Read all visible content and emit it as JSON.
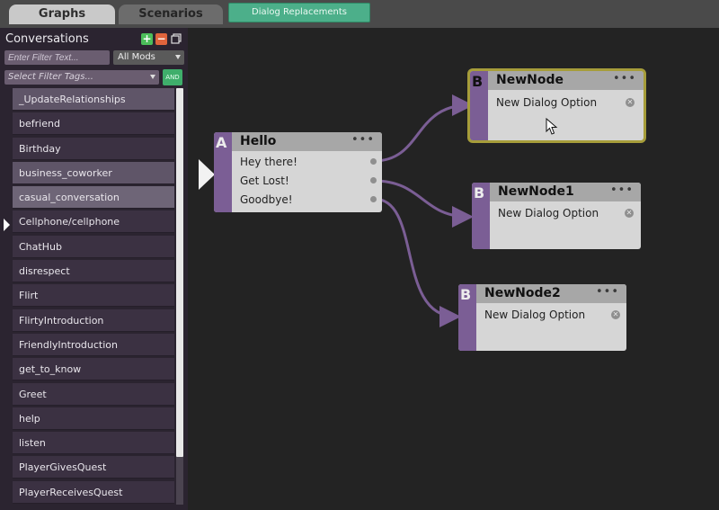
{
  "tabs": {
    "graphs": "Graphs",
    "scenarios": "Scenarios",
    "dialog_replacements": "Dialog Replacements"
  },
  "sidebar": {
    "title": "Conversations",
    "add_label": "+",
    "remove_label": "−",
    "filter_placeholder": "Enter Filter Text...",
    "mods_value": "All Mods",
    "tags_placeholder": "Select Filter Tags...",
    "and_label": "AND",
    "items": [
      "_UpdateRelationships",
      "befriend",
      "Birthday",
      "business_coworker",
      "casual_conversation",
      "Cellphone/cellphone",
      "ChatHub",
      "disrespect",
      "Flirt",
      "FlirtyIntroduction",
      "FriendlyIntroduction",
      "get_to_know",
      "Greet",
      "help",
      "listen",
      "PlayerGivesQuest",
      "PlayerReceivesQuest"
    ],
    "highlighted_items": [
      "_UpdateRelationships",
      "business_coworker"
    ],
    "selected_item": "casual_conversation"
  },
  "nodes": {
    "hello": {
      "letter": "A",
      "title": "Hello",
      "options": [
        "Hey there!",
        "Get Lost!",
        "Goodbye!"
      ]
    },
    "newnode": {
      "letter": "B",
      "title": "NewNode",
      "options": [
        "New Dialog Option"
      ]
    },
    "newnode1": {
      "letter": "B",
      "title": "NewNode1",
      "options": [
        "New Dialog Option"
      ]
    },
    "newnode2": {
      "letter": "B",
      "title": "NewNode2",
      "options": [
        "New Dialog Option"
      ]
    }
  },
  "menu_dots": "•••",
  "remove_option_glyph": "✕",
  "colors": {
    "accent_purple": "#7b5e95",
    "edge": "#7b5e95",
    "selection": "#a69d3a",
    "add_green": "#4cbe5a",
    "remove_orange": "#e0643c",
    "dialog_tab": "#4caf8a"
  },
  "icons": [
    "add-icon",
    "remove-icon",
    "copy-icon",
    "dropdown-caret-icon",
    "menu-dots-icon",
    "remove-option-icon",
    "mouse-cursor-icon"
  ]
}
